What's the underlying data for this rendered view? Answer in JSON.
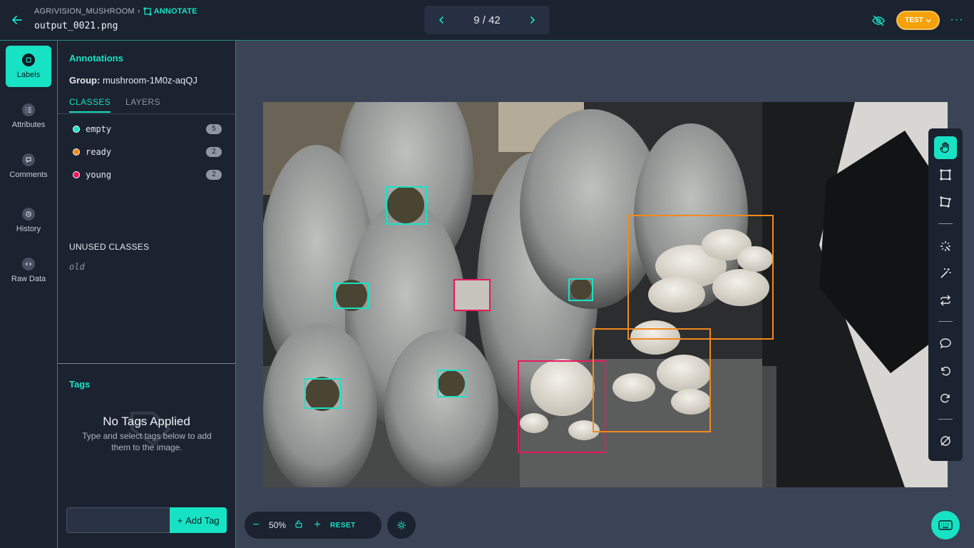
{
  "header": {
    "project": "AGRIVISION_MUSHROOM",
    "section": "ANNOTATE",
    "filename": "output_0021.png",
    "pager": "9 / 42",
    "badge": "TEST"
  },
  "nav": [
    {
      "label": "Labels",
      "icon": "label-icon",
      "active": true
    },
    {
      "label": "Attributes",
      "icon": "list-icon",
      "active": false
    },
    {
      "label": "Comments",
      "icon": "comment-icon",
      "active": false
    },
    {
      "label": "History",
      "icon": "history-icon",
      "active": false
    },
    {
      "label": "Raw Data",
      "icon": "code-icon",
      "active": false
    }
  ],
  "panel": {
    "title": "Annotations",
    "group_label": "Group:",
    "group_value": "mushroom-1M0z-aqQJ",
    "tabs": [
      "CLASSES",
      "LAYERS"
    ],
    "classes": [
      {
        "name": "empty",
        "count": "5",
        "color": "#18e2c4"
      },
      {
        "name": "ready",
        "count": "2",
        "color": "#f28a1e"
      },
      {
        "name": "young",
        "count": "2",
        "color": "#e8195d"
      }
    ],
    "unused_title": "UNUSED CLASSES",
    "unused": [
      "old"
    ]
  },
  "tags": {
    "title": "Tags",
    "empty_title": "No Tags Applied",
    "empty_sub": "Type and select tags below to add them to the image.",
    "add_label": "Add Tag",
    "input_value": ""
  },
  "annotations": [
    {
      "cls": "empty",
      "color": "#18e2c4"
    },
    {
      "cls": "empty",
      "color": "#18e2c4"
    },
    {
      "cls": "empty",
      "color": "#18e2c4"
    },
    {
      "cls": "empty",
      "color": "#18e2c4"
    },
    {
      "cls": "empty",
      "color": "#18e2c4"
    },
    {
      "cls": "young",
      "color": "#e8195d"
    },
    {
      "cls": "young",
      "color": "#e8195d"
    },
    {
      "cls": "ready",
      "color": "#f28a1e"
    },
    {
      "cls": "ready",
      "color": "#f28a1e"
    }
  ],
  "zoom": {
    "level": "50%",
    "reset": "RESET"
  },
  "colors": {
    "accent": "#18e2c4",
    "badge": "#f5a10b"
  }
}
